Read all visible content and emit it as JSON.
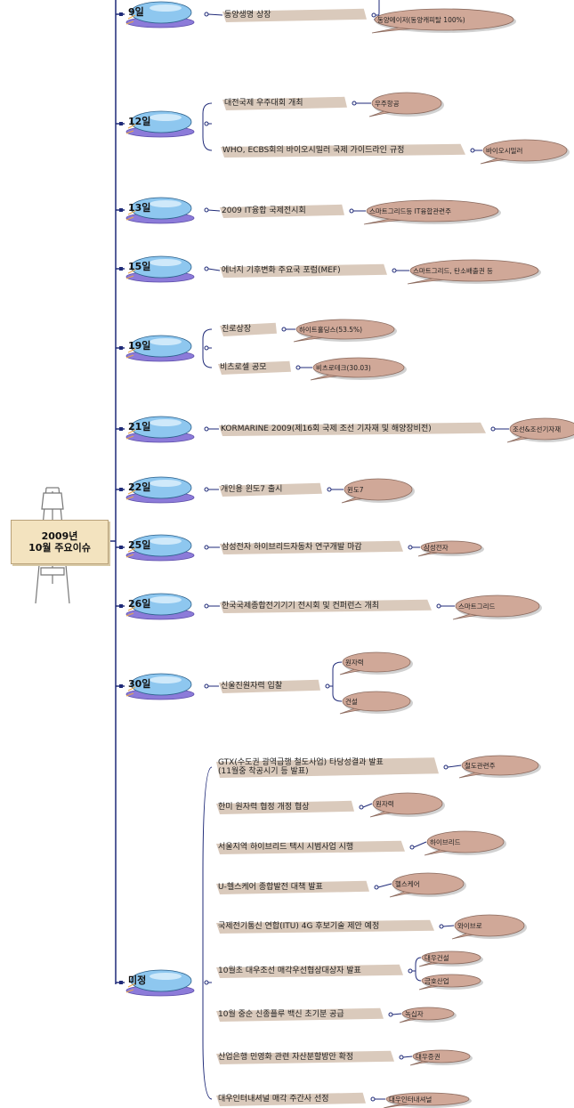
{
  "root": {
    "title": "2009년\n10월 주요이슈"
  },
  "colors": {
    "trunk": "#1f2a78",
    "topic_fill": "#cdb8a6",
    "tag_fill": "#d0a898",
    "tag_stroke": "#8a6a5e",
    "date_fill": "#8ec7ef",
    "date_base": "#8c7bd9"
  },
  "dates": [
    {
      "label": "9일",
      "topics": [
        {
          "text": "동양생명 상장",
          "tags": [
            "",
            "동양메이저(동양캐피탈 100%)"
          ]
        }
      ]
    },
    {
      "label": "12일",
      "topics": [
        {
          "text": "대전국제 우주대회 개최",
          "tags": [
            "우주항공"
          ]
        },
        {
          "text": "WHO, ECBS회의 바이오시밀러 국제 가이드라인 규정",
          "tags": [
            "바이오시밀러"
          ]
        }
      ]
    },
    {
      "label": "13일",
      "topics": [
        {
          "text": "2009 IT융합 국제전시회",
          "tags": [
            "스마트그리드등 IT융합관련주"
          ]
        }
      ]
    },
    {
      "label": "15일",
      "topics": [
        {
          "text": "에너지 기후변화 주요국 포럼(MEF)",
          "tags": [
            "스마트그리드, 탄소배출권 등"
          ]
        }
      ]
    },
    {
      "label": "19일",
      "topics": [
        {
          "text": "진로상장",
          "tags": [
            "하이트홀딩스(53.5%)"
          ]
        },
        {
          "text": "비츠로셀 공모",
          "tags": [
            "비츠로테크(30.03)"
          ]
        }
      ]
    },
    {
      "label": "21일",
      "topics": [
        {
          "text": "KORMARINE 2009(제16회 국제 조선 기자재 및 해양장비전)",
          "tags": [
            "조선&조선기자재"
          ]
        }
      ]
    },
    {
      "label": "22일",
      "topics": [
        {
          "text": "개인용 윈도7 출시",
          "tags": [
            "윈도7"
          ]
        }
      ]
    },
    {
      "label": "25일",
      "topics": [
        {
          "text": "삼성전자 하이브리드자동차 연구개발 마감",
          "tags": [
            "삼성전자"
          ]
        }
      ]
    },
    {
      "label": "26일",
      "topics": [
        {
          "text": "한국국제종합전기기기 전시회 및 컨퍼런스 개최",
          "tags": [
            "스마트그리드"
          ]
        }
      ]
    },
    {
      "label": "30일",
      "topics": [
        {
          "text": "신울진원자력 입찰",
          "tags": [
            "원자력",
            "건설"
          ]
        }
      ]
    },
    {
      "label": "미정",
      "topics": [
        {
          "text": "GTX(수도권 광역급행 철도사업) 타당성결과 발표\n(11월중 착공시기 등 발표)",
          "tags": [
            "철도관련주"
          ]
        },
        {
          "text": "한미 원자력 협정 개정 협상",
          "tags": [
            "원자력"
          ]
        },
        {
          "text": "서울지역 하이브리드 택시 시범사업 시행",
          "tags": [
            "하이브리드"
          ]
        },
        {
          "text": "U-헬스케어 종합발전 대책 발표",
          "tags": [
            "헬스케어"
          ]
        },
        {
          "text": "국제전기통신 연합(ITU) 4G 후보기술 제안 예정",
          "tags": [
            "와이브로"
          ]
        },
        {
          "text": "10월초 대우조선 매각우선협상대상자 발표",
          "tags": [
            "대우건설",
            "금호산업"
          ]
        },
        {
          "text": "10월 중순 신종플루 백신 초기분 공급",
          "tags": [
            "녹십자"
          ]
        },
        {
          "text": "산업은행 민영화 관련 자산분할방안 확정",
          "tags": [
            "대우증권"
          ]
        },
        {
          "text": "대우인터내셔널 매각 주간사 선정",
          "tags": [
            "대우인터내셔널"
          ]
        }
      ]
    }
  ]
}
